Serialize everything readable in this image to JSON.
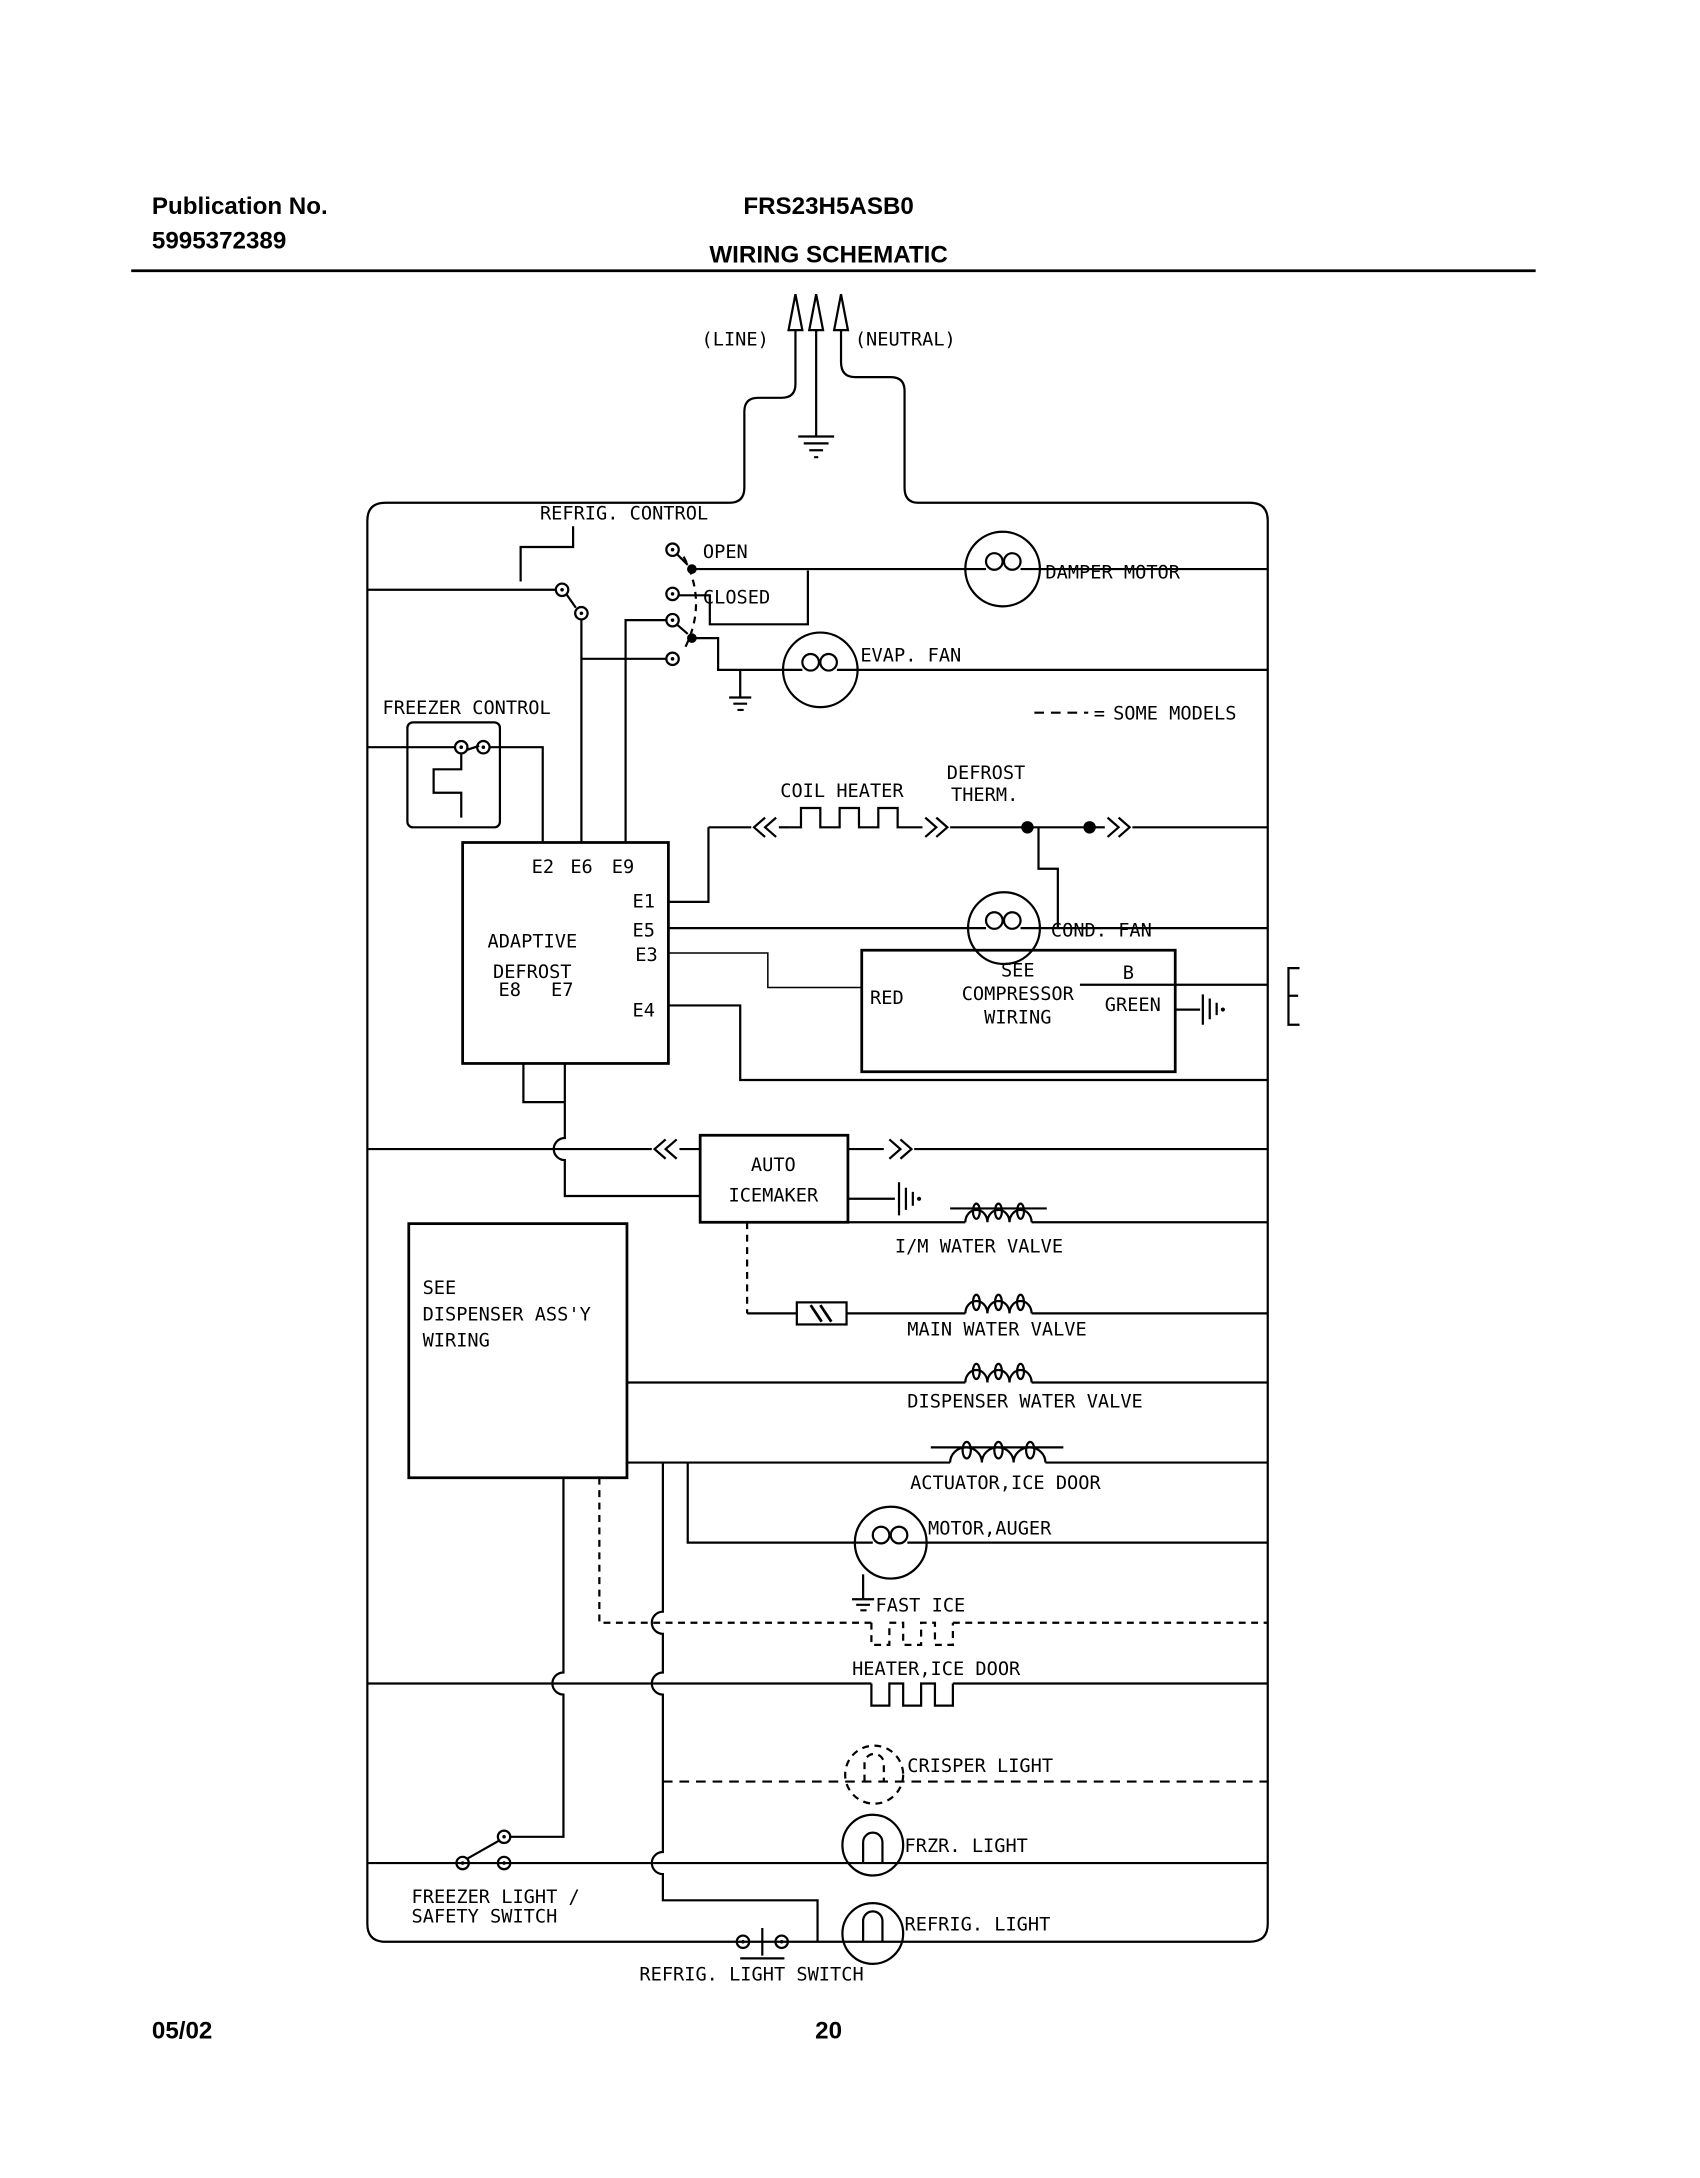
{
  "header": {
    "publication_label": "Publication No.",
    "publication_number": "5995372389",
    "model": "FRS23H5ASB0",
    "title": "WIRING SCHEMATIC"
  },
  "footer": {
    "date": "05/02",
    "page": "20"
  },
  "power": {
    "line": "(LINE)",
    "neutral": "(NEUTRAL)"
  },
  "legend": {
    "equals": "=",
    "dash_meaning": "SOME MODELS"
  },
  "labels": {
    "refrig_control": "REFRIG. CONTROL",
    "open": "OPEN",
    "closed": "CLOSED",
    "damper_motor": "DAMPER MOTOR",
    "evap_fan": "EVAP. FAN",
    "freezer_control": "FREEZER CONTROL",
    "coil_heater": "COIL HEATER",
    "defrost_therm_line1": "DEFROST",
    "defrost_therm_line2": "THERM.",
    "cond_fan": "COND. FAN",
    "adaptive_line1": "ADAPTIVE",
    "adaptive_line2": "DEFROST",
    "see_compressor_line1": "SEE",
    "see_compressor_line2": "COMPRESSOR",
    "see_compressor_line3": "WIRING",
    "red": "RED",
    "b": "B",
    "green": "GREEN",
    "auto_icemaker_line1": "AUTO",
    "auto_icemaker_line2": "ICEMAKER",
    "see_dispenser_line1": "SEE",
    "see_dispenser_line2": "DISPENSER ASS'Y",
    "see_dispenser_line3": "WIRING",
    "im_water_valve": "I/M WATER VALVE",
    "main_water_valve": "MAIN WATER VALVE",
    "dispenser_water_valve": "DISPENSER WATER VALVE",
    "actuator_ice_door": "ACTUATOR,ICE DOOR",
    "motor_auger": "MOTOR,AUGER",
    "fast_ice": "FAST ICE",
    "heater_ice_door": "HEATER,ICE DOOR",
    "crisper_light": "CRISPER LIGHT",
    "frzr_light": "FRZR. LIGHT",
    "refrig_light": "REFRIG. LIGHT",
    "freezer_safety_line1": "FREEZER LIGHT /",
    "freezer_safety_line2": "SAFETY SWITCH",
    "refrig_light_switch": "REFRIG. LIGHT SWITCH"
  },
  "pins": {
    "e2": "E2",
    "e6": "E6",
    "e9": "E9",
    "e1": "E1",
    "e5": "E5",
    "e3": "E3",
    "e4": "E4",
    "e8": "E8",
    "e7": "E7"
  }
}
